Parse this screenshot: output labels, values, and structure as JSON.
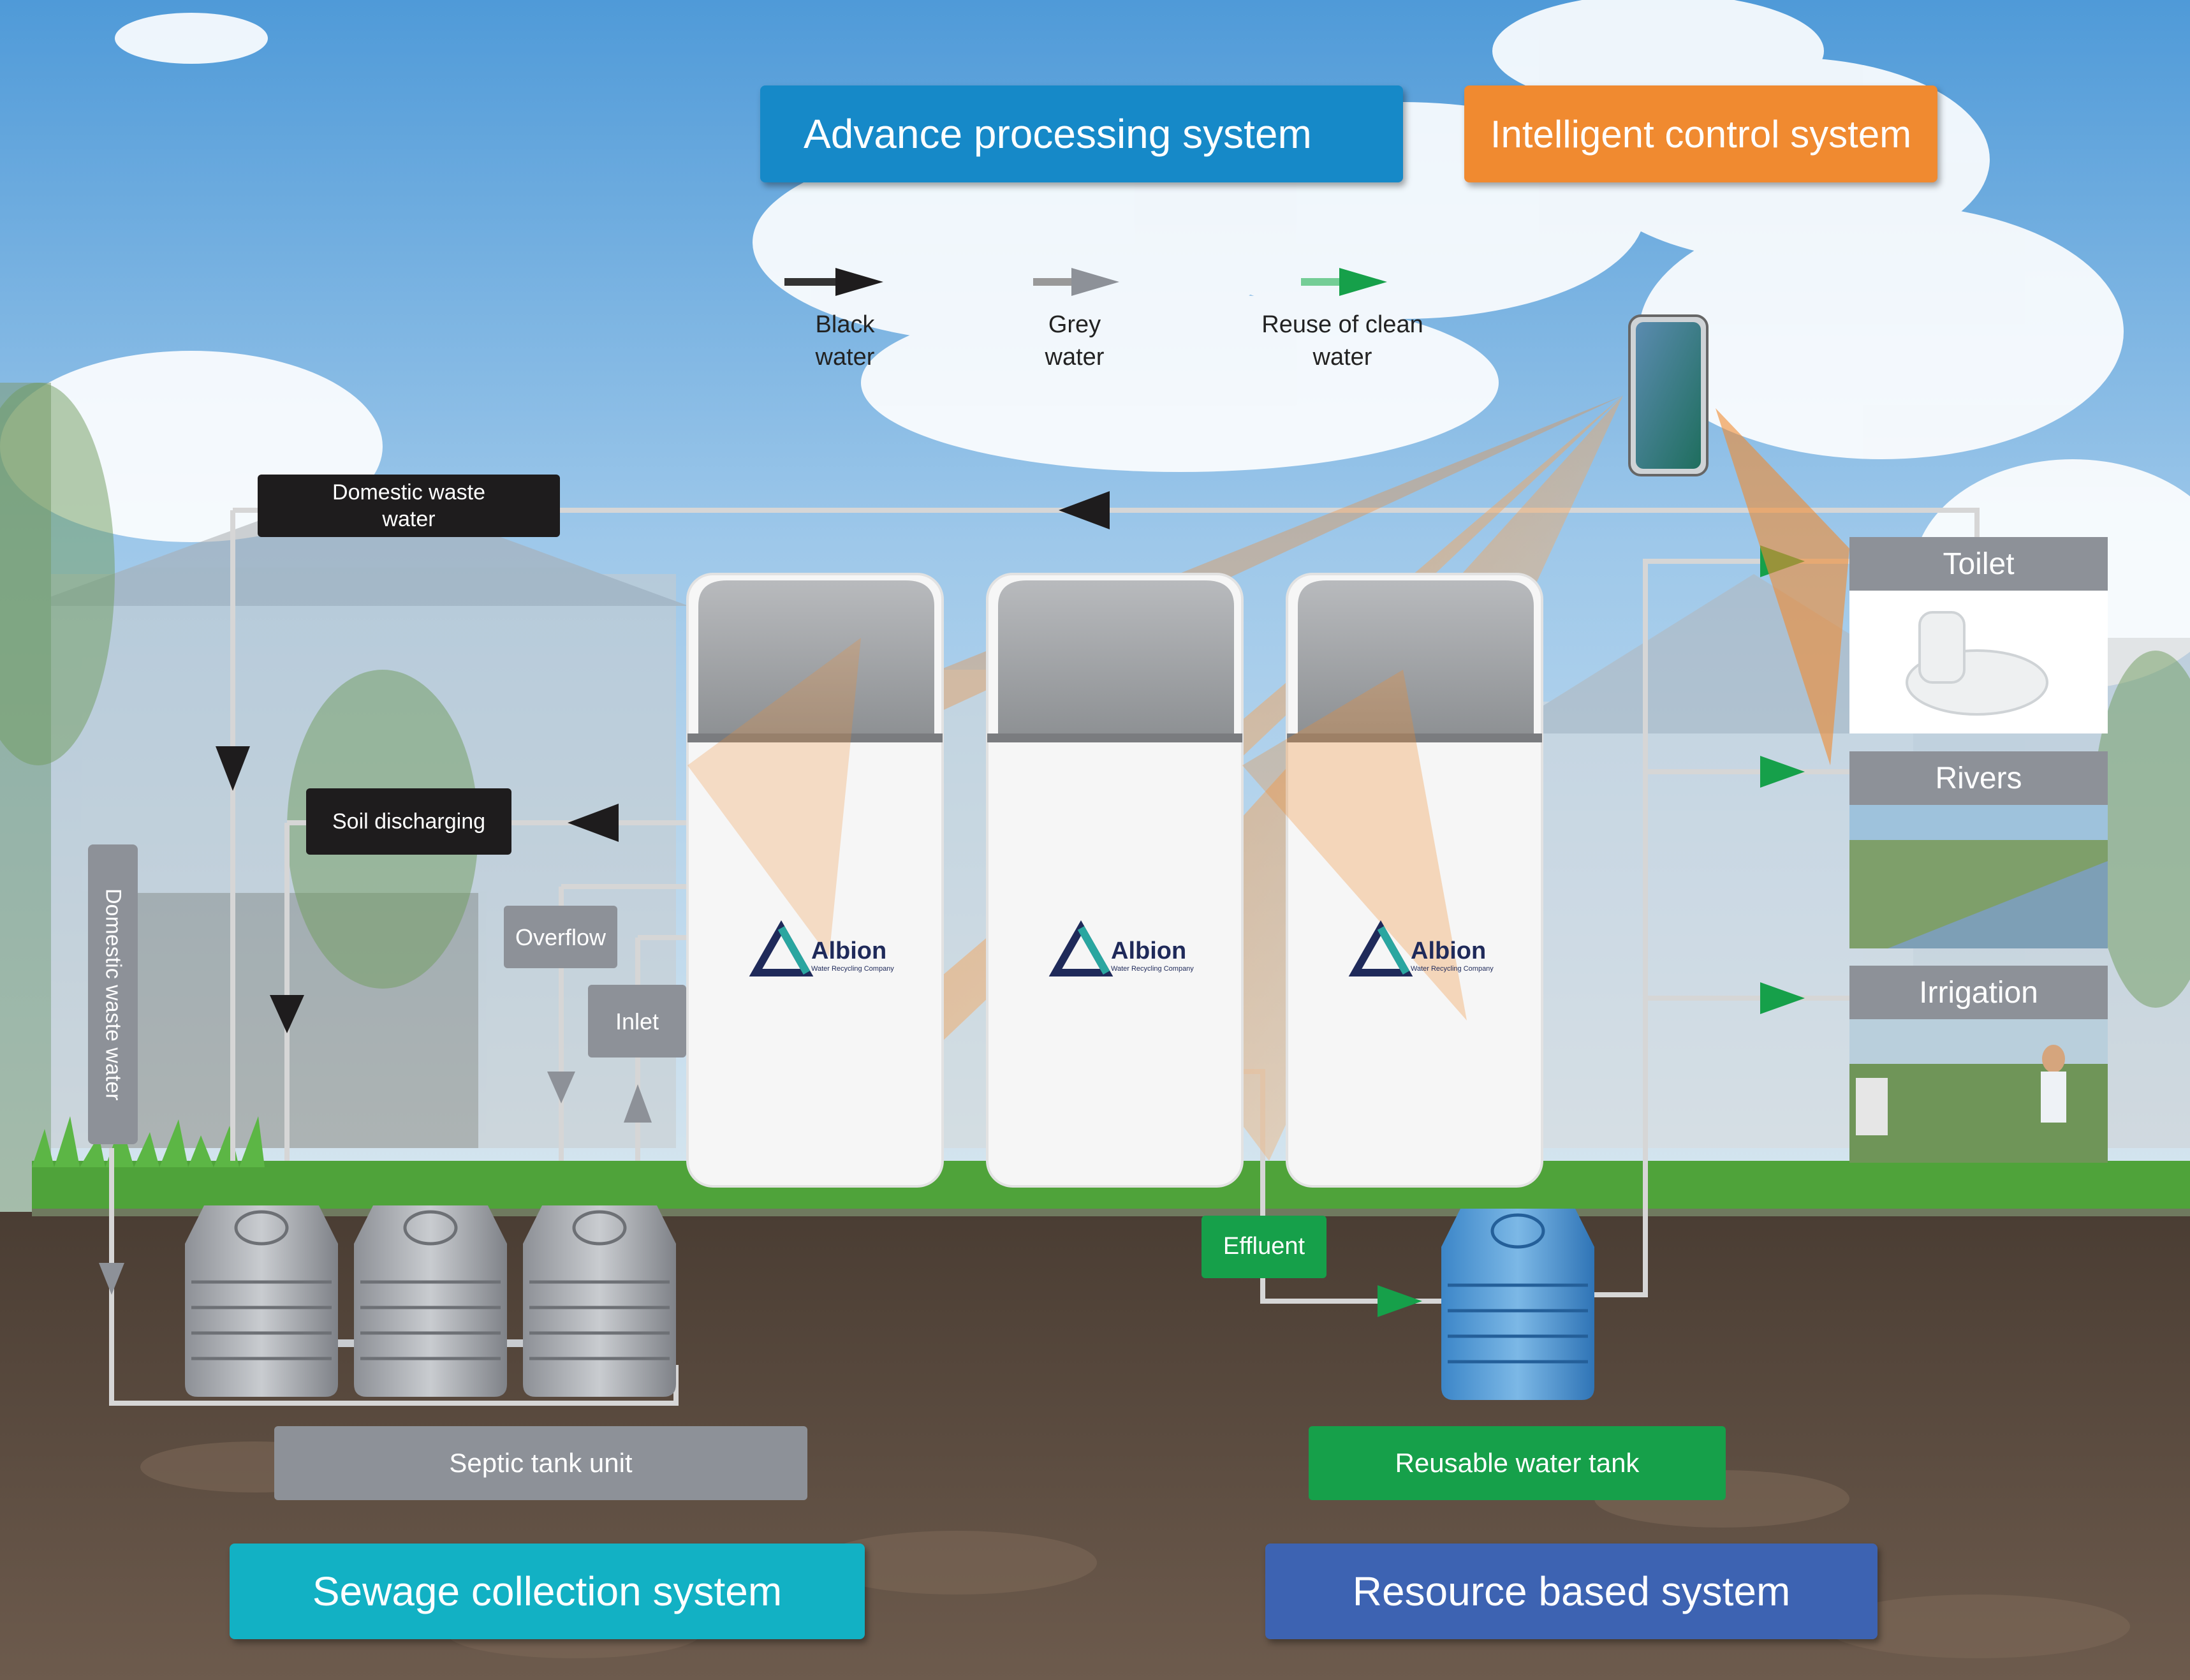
{
  "headers": {
    "advance": "Advance processing system",
    "intelligent": "Intelligent control system"
  },
  "legend": {
    "black": "Black\nwater",
    "grey": "Grey\nwater",
    "reuse": "Reuse of clean\nwater"
  },
  "labels": {
    "domestic_top": "Domestic waste\nwater",
    "soil": "Soil discharging",
    "overflow": "Overflow",
    "inlet": "Inlet",
    "domestic_vertical": "Domestic waste water",
    "effluent": "Effluent",
    "septic": "Septic tank unit",
    "reusable": "Reusable water tank"
  },
  "destinations": {
    "toilet": "Toilet",
    "rivers": "Rivers",
    "irrigation": "Irrigation"
  },
  "brand": {
    "name": "Albion",
    "tagline": "Water Recycling Company"
  },
  "footer": {
    "sewage": "Sewage collection system",
    "resource": "Resource based system"
  },
  "colors": {
    "advance_blue": "#1689c8",
    "intelligent_orange": "#f08a30",
    "sewage_teal": "#12b1c4",
    "resource_blue": "#3d63b2",
    "reuse_green": "#16a04a",
    "label_grey": "#8d9198",
    "label_dark": "#1e1c1d"
  }
}
